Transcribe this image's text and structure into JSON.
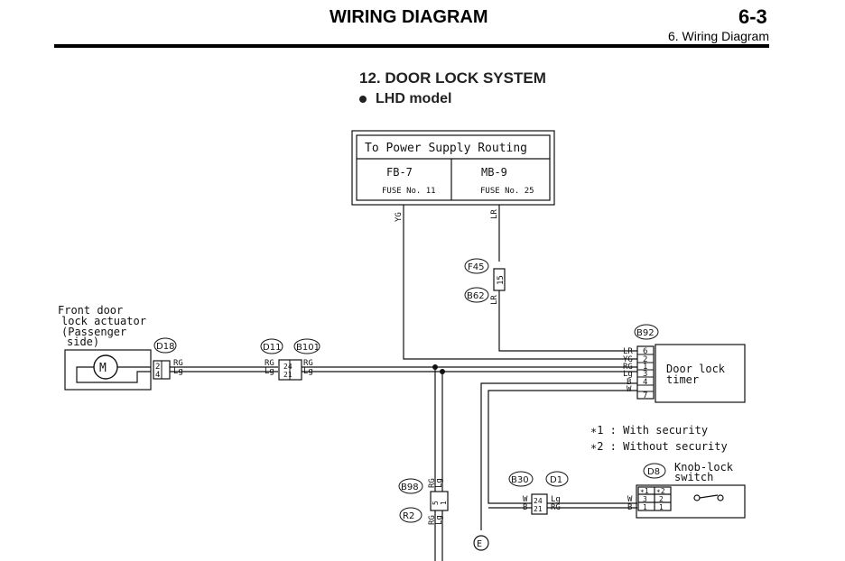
{
  "header": {
    "title": "WIRING DIAGRAM",
    "page_number": "6-3",
    "section_ref": "6. Wiring Diagram"
  },
  "section": {
    "title": "12. DOOR LOCK SYSTEM",
    "subtitle": "LHD model"
  },
  "power_box": {
    "title": "To Power Supply Routing",
    "left_name": "FB-7",
    "left_fuse": "FUSE No. 11",
    "right_name": "MB-9",
    "right_fuse": "FUSE No. 25"
  },
  "wires": {
    "yg": "YG",
    "lr": "LR"
  },
  "connectors": {
    "f45": "F45",
    "b62": "B62",
    "b92": "B92",
    "d18": "D18",
    "d11": "D11",
    "b101": "B101",
    "b98": "B98",
    "r2": "R2",
    "b30": "B30",
    "d1": "D1",
    "d8": "D8",
    "pin_15": "15"
  },
  "components": {
    "actuator_line1": "Front door",
    "actuator_line2": "lock actuator",
    "actuator_line3": "(Passenger",
    "actuator_line4": "side)",
    "timer_line1": "Door lock",
    "timer_line2": "timer",
    "knob_line1": "Knob-lock",
    "knob_line2": "switch"
  },
  "notes": {
    "note1": "∗1 : With security",
    "note2": "∗2 : Without security"
  },
  "timer_pins": {
    "labels": [
      "LR",
      "YG",
      "RG",
      "Lg",
      "B",
      "W"
    ],
    "numbers": [
      "6",
      "2",
      "1",
      "3",
      "4",
      "7"
    ]
  },
  "d18_pins": {
    "labels": [
      "RG",
      "Lg"
    ],
    "numbers": [
      "2",
      "4"
    ]
  },
  "d11_pins": {
    "labels": [
      "RG",
      "Lg"
    ],
    "numbers": [
      "24",
      "21"
    ],
    "right_labels": [
      "RG",
      "Lg"
    ]
  },
  "b98_pins": {
    "labels": [
      "RG",
      "Lg"
    ],
    "numbers": [
      "5",
      "1"
    ],
    "bottom_labels": [
      "RG",
      "Lg"
    ]
  },
  "b30_pins": {
    "labels": [
      "W",
      "B"
    ],
    "numbers": [
      "24",
      "21"
    ],
    "right_labels": [
      "Lg",
      "RG"
    ]
  },
  "d8_pins": {
    "labels": [
      "W",
      "B"
    ],
    "top": [
      "∗1",
      "∗2"
    ],
    "mid": [
      "3",
      "2"
    ],
    "bot": [
      "1",
      "1"
    ]
  }
}
